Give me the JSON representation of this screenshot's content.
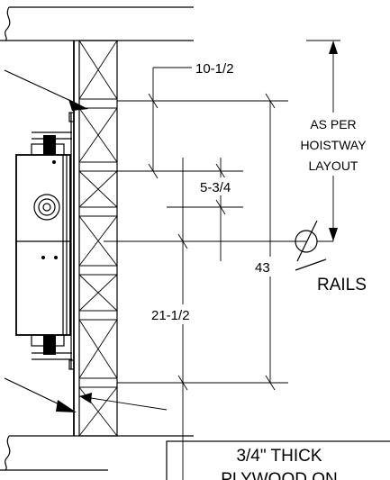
{
  "dimensions": {
    "d10": "10-1/2",
    "d5": "5-3/4",
    "d43": "43",
    "d21": "21-1/2"
  },
  "note": {
    "line1": "AS PER",
    "line2": "HOISTWAY",
    "line3": "LAYOUT"
  },
  "rails_label": "RAILS",
  "plywood": {
    "line1": "3/4\" THICK",
    "line2": "PLYWOOD ON"
  }
}
